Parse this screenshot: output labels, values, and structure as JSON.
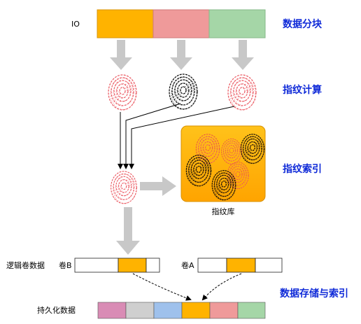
{
  "labels": {
    "io": "IO",
    "library": "指纹库",
    "logical_volume_data": "逻辑卷数据",
    "volume_b": "卷B",
    "volume_a": "卷A",
    "persistent_data": "持久化数据"
  },
  "stages": {
    "chunking": "数据分块",
    "fingerprint_calc": "指纹计算",
    "fingerprint_index": "指纹索引",
    "storage_index": "数据存储与索引"
  },
  "colors": {
    "orange": "#ffb300",
    "red": "#ef9a9a",
    "green": "#a5d6a7",
    "pink": "#d98cb5",
    "gray": "#cfcfcf",
    "blue": "#9fc1ec",
    "stage_text": "#0f2ad8",
    "arrow_gray": "#c8c8c8"
  },
  "icons": {
    "fingerprint": "fingerprint-icon"
  }
}
